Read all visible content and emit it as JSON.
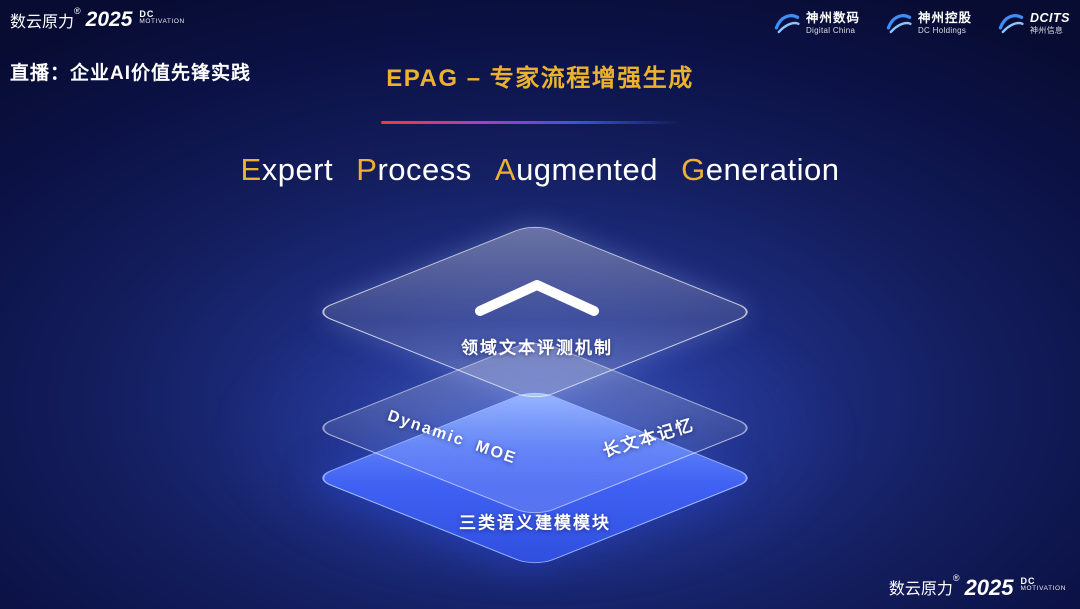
{
  "colors": {
    "gold": "#ecb22e",
    "bottom_layer_blue": "#3f60f2",
    "divider_red": "#f23b2f"
  },
  "topbar": {
    "brand_main": "数云原力",
    "brand_reg": "®",
    "brand_year": "2025",
    "brand_dc": "DC",
    "brand_motivation": "MOTIVATION",
    "live_text": "直播：企业AI价值先锋实践"
  },
  "title": "EPAG – 专家流程增强生成",
  "partners": [
    {
      "name": "神州数码",
      "sub": "Digital China"
    },
    {
      "name": "神州控股",
      "sub": "DC Holdings"
    },
    {
      "name": "DCITS",
      "sub": "神州信息"
    }
  ],
  "subtitle_words": [
    {
      "initial": "E",
      "rest": "xpert"
    },
    {
      "initial": "P",
      "rest": "rocess"
    },
    {
      "initial": "A",
      "rest": "ugmented"
    },
    {
      "initial": "G",
      "rest": "eneration"
    }
  ],
  "stack": {
    "top_label": "领域文本评测机制",
    "middle_left_label": "Dynamic MOE",
    "middle_right_label": "长文本记忆",
    "bottom_label": "三类语义建模模块"
  },
  "footer": {
    "brand_main": "数云原力",
    "brand_reg": "®",
    "brand_year": "2025",
    "brand_dc": "DC",
    "brand_motivation": "MOTIVATION"
  }
}
